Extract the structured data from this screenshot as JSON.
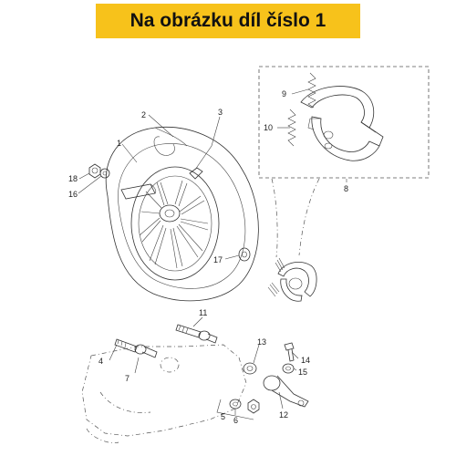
{
  "banner": {
    "title": "Na obrázku díl číslo 1"
  },
  "callouts": [
    "1",
    "2",
    "3",
    "4",
    "5",
    "6",
    "7",
    "8",
    "9",
    "10",
    "11",
    "12",
    "13",
    "14",
    "15",
    "16",
    "17",
    "18"
  ]
}
